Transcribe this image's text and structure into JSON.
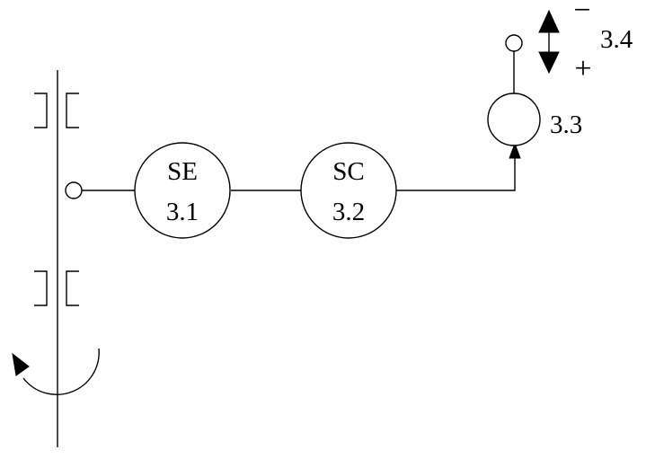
{
  "diagram": {
    "nodes": {
      "se": {
        "name": "SE",
        "number": "3.1"
      },
      "sc": {
        "name": "SC",
        "number": "3.2"
      },
      "actuator": {
        "number": "3.3"
      },
      "adjuster": {
        "number": "3.4",
        "minus_sign": "−",
        "plus_sign": "+"
      }
    },
    "colors": {
      "line": "#000000",
      "background": "#ffffff"
    }
  }
}
